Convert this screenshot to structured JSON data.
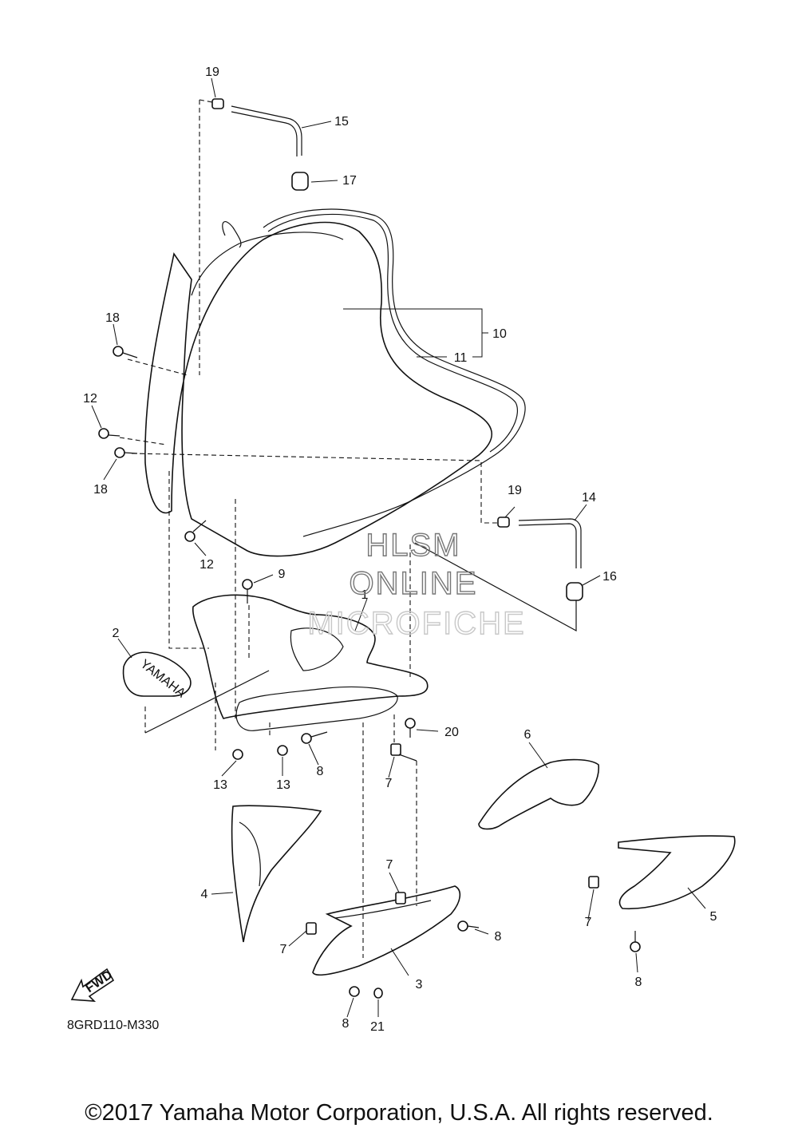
{
  "callouts": [
    "1",
    "2",
    "3",
    "4",
    "5",
    "6",
    "7",
    "7",
    "7",
    "7",
    "8",
    "8",
    "8",
    "8",
    "9",
    "10",
    "11",
    "12",
    "12",
    "13",
    "13",
    "14",
    "15",
    "16",
    "17",
    "18",
    "18",
    "19",
    "19",
    "20",
    "21"
  ],
  "badge_text": "YAMAHA",
  "fwd_text": "FWD",
  "diagram_code": "8GRD110-M330",
  "watermark": {
    "line1": "HLSM",
    "line2": "ONLINE",
    "line3": "MICROFICHE"
  },
  "copyright": "©2017 Yamaha Motor Corporation, U.S.A. All rights reserved."
}
